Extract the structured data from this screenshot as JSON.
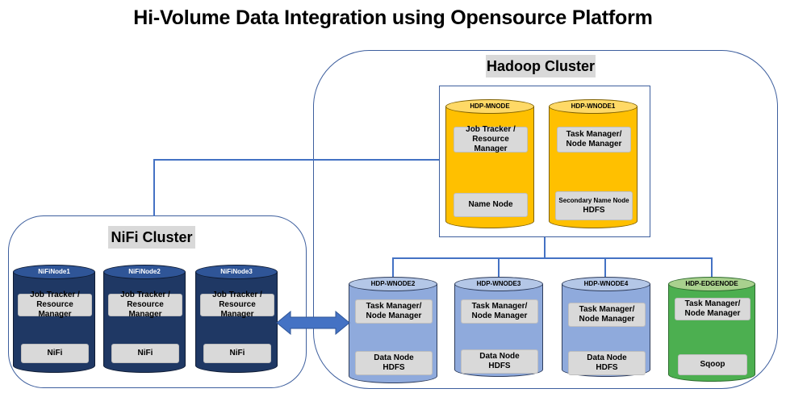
{
  "title": "Hi-Volume Data Integration using Opensource Platform",
  "hadoop_cluster": {
    "label": "Hadoop Cluster",
    "master_nodes": [
      {
        "name": "HDP-MNODE",
        "service": "Job Tracker / Resource Manager",
        "storage_line1": "Name Node",
        "storage_line2": ""
      },
      {
        "name": "HDP-WNODE1",
        "service": "Task Manager/ Node Manager",
        "storage_line1": "Secondary Name Node",
        "storage_line2": "HDFS"
      }
    ],
    "worker_nodes": [
      {
        "name": "HDP-WNODE2",
        "service": "Task Manager/ Node Manager",
        "storage_line1": "Data Node",
        "storage_line2": "HDFS"
      },
      {
        "name": "HDP-WNODE3",
        "service": "Task Manager/ Node Manager",
        "storage_line1": "Data Node",
        "storage_line2": "HDFS"
      },
      {
        "name": "HDP-WNODE4",
        "service": "Task Manager/ Node Manager",
        "storage_line1": "Data Node",
        "storage_line2": "HDFS"
      }
    ],
    "edge_node": {
      "name": "HDP-EDGENODE",
      "service": "Task Manager/ Node Manager",
      "tool": "Sqoop"
    }
  },
  "nifi_cluster": {
    "label": "NiFi Cluster",
    "nodes": [
      {
        "name": "NiFiNode1",
        "service": "Job Tracker / Resource Manager",
        "app": "NiFi"
      },
      {
        "name": "NiFiNode2",
        "service": "Job Tracker / Resource Manager",
        "app": "NiFi"
      },
      {
        "name": "NiFiNode3",
        "service": "Job Tracker / Resource Manager",
        "app": "NiFi"
      }
    ]
  },
  "colors": {
    "master": "#ffc000",
    "worker": "#8faadc",
    "edge": "#4caf50",
    "nifi": "#1f3864",
    "connector": "#4472c4"
  }
}
